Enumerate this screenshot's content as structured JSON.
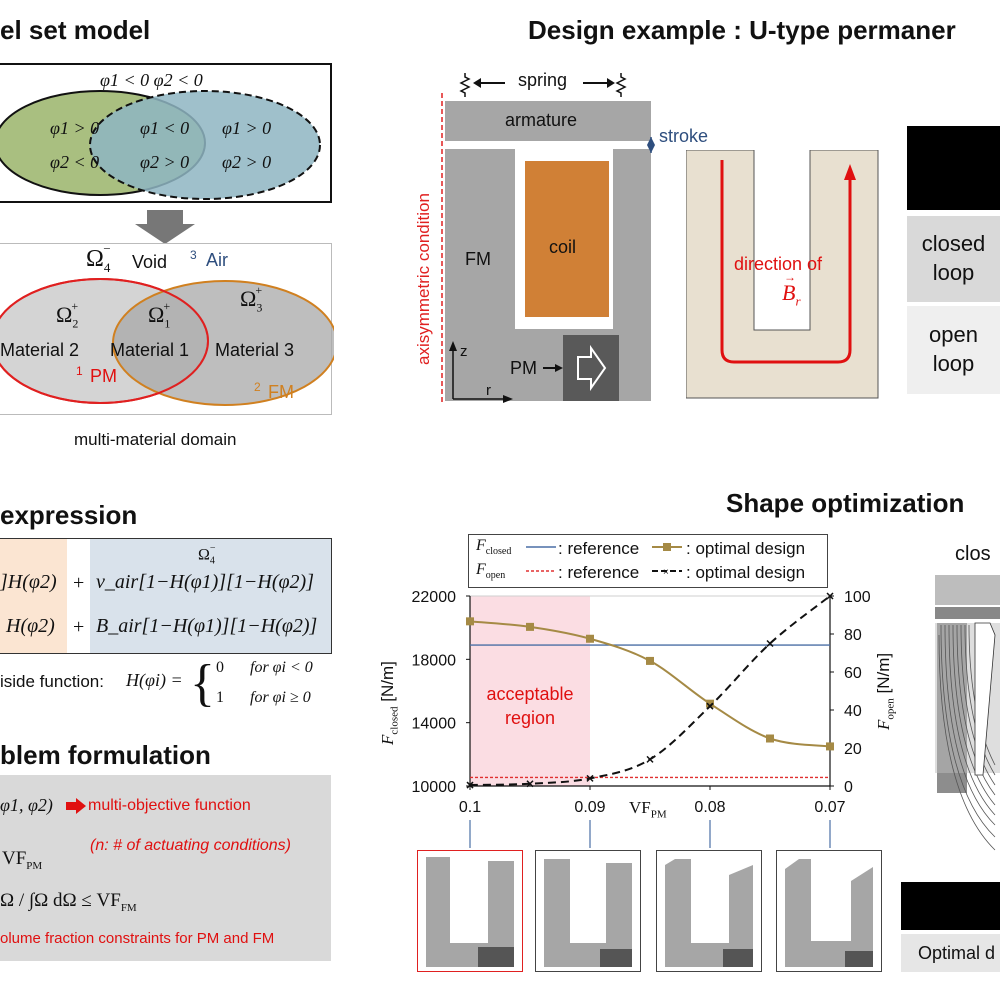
{
  "sections": {
    "level_set": "el set model",
    "design_example": "Design example : U-type permaner",
    "expression": "expression",
    "problem": "blem formulation",
    "shape_opt": "Shape optimization"
  },
  "level_set_box": {
    "top_condition": "φ1 < 0  φ2 < 0",
    "left_cond1": "φ1 > 0",
    "left_cond2": "φ2 < 0",
    "mid_cond1": "φ1 < 0",
    "mid_cond2": "φ2 > 0",
    "right_cond1": "φ1 > 0",
    "right_cond2": "φ2 > 0"
  },
  "multi_material": {
    "omega4": "Ω",
    "void_label": "Void",
    "air_num": "3",
    "air_label": "Air",
    "omega2": "Ω",
    "omega1": "Ω",
    "omega3": "Ω",
    "mat2": "Material 2",
    "mat1": "Material 1",
    "mat3": "Material 3",
    "pm_num": "1",
    "pm_label": "PM",
    "fm_num": "2",
    "fm_label": "FM",
    "caption": "multi-material domain"
  },
  "expression_box": {
    "omega4_head": "Ω",
    "row1_left": "]H(φ2)",
    "row1_plus": "+",
    "row1_right": "ν_air[1−H(φ1)][1−H(φ2)]",
    "row2_left": "H(φ2)",
    "row2_plus": "+",
    "row2_right": "B_air[1−H(φ1)][1−H(φ2)]",
    "heaviside_label": "iside function:",
    "heaviside_lhs": "H(φi) =",
    "case0_val": "0",
    "case0_cond": "for φi < 0",
    "case1_val": "1",
    "case1_cond": "for φi ≥ 0"
  },
  "problem_box": {
    "line1_left": "φ1, φ2)",
    "line1_right": "multi-objective function",
    "line2": "(n: # of actuating conditions)",
    "line3": "VF",
    "line3_sub": "PM",
    "line4": "Ω / ∫Ω dΩ ≤ VF",
    "line4_sub": "FM",
    "line5": "olume fraction constraints for PM and FM"
  },
  "design": {
    "spring": "spring",
    "armature": "armature",
    "stroke": "stroke",
    "axisym": "axisymmetric condition",
    "fm": "FM",
    "coil": "coil",
    "pm": "PM",
    "z": "z",
    "r": "r",
    "direction": "direction of",
    "br": "B",
    "br_sub": "r"
  },
  "table": {
    "closed": [
      "closed",
      "loop"
    ],
    "open": [
      "open",
      "loop"
    ]
  },
  "right_partial": {
    "clos": "clos",
    "optimal": "Optimal d"
  },
  "chart_data": {
    "type": "line",
    "x": [
      0.1,
      0.095,
      0.09,
      0.085,
      0.08,
      0.075,
      0.07
    ],
    "xticks": [
      "0.1",
      "0.09",
      "0.08",
      "0.07"
    ],
    "xlabel": "VF",
    "xlabel_sub": "PM",
    "ylabel_left": "F",
    "ylabel_left_sub": "closed",
    "ylabel_left_unit": "[N/m]",
    "ylabel_right": "F",
    "ylabel_right_sub": "open",
    "ylabel_right_unit": "[N/m]",
    "ylim_left": [
      10000,
      22000
    ],
    "ylim_right": [
      0,
      100
    ],
    "yticks_left": [
      "22000",
      "18000",
      "14000",
      "10000"
    ],
    "yticks_right": [
      "100",
      "80",
      "60",
      "40",
      "20",
      "0"
    ],
    "acceptable_region": [
      0.1,
      0.09
    ],
    "acceptable_text": [
      "acceptable",
      "region"
    ],
    "series": [
      {
        "axis": "left",
        "style": "optimal",
        "color": "#a58a45",
        "values": [
          20400,
          20050,
          19300,
          17900,
          15200,
          13000,
          12500
        ]
      },
      {
        "axis": "right",
        "style": "optimal",
        "color": "#111111",
        "values": [
          0.5,
          1.2,
          4,
          14,
          42,
          75,
          100
        ]
      }
    ],
    "references": [
      {
        "axis": "left",
        "value": 18900,
        "color": "#4a6fa5"
      },
      {
        "axis": "right",
        "value": 4.5,
        "color": "#e03030"
      }
    ],
    "legend": {
      "row1_f": "F",
      "row1_sub": "closed",
      "row1_ref": ": reference",
      "row1_opt": ": optimal design",
      "row2_f": "F",
      "row2_sub": "open",
      "row2_ref": ": reference",
      "row2_opt": ": optimal design"
    }
  }
}
